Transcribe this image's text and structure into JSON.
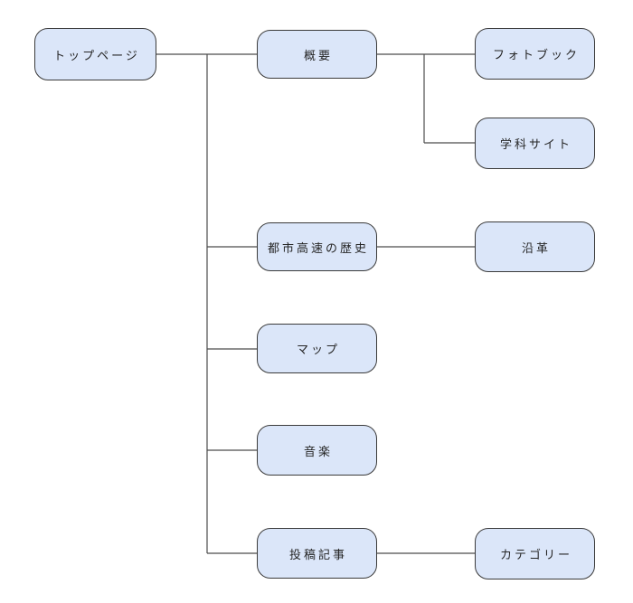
{
  "diagram_type": "sitemap-tree",
  "nodes": {
    "toppage": {
      "label": "トップページ"
    },
    "overview": {
      "label": "概要"
    },
    "photobook": {
      "label": "フォトブック"
    },
    "gakka": {
      "label": "学科サイト"
    },
    "toshi": {
      "label": "都市高速の歴史"
    },
    "enkaku": {
      "label": "沿革"
    },
    "map": {
      "label": "マップ"
    },
    "ongaku": {
      "label": "音楽"
    },
    "toukou": {
      "label": "投稿記事"
    },
    "category": {
      "label": "カテゴリー"
    }
  },
  "edges": [
    {
      "from": "toppage",
      "to": "overview"
    },
    {
      "from": "toppage",
      "to": "toshi"
    },
    {
      "from": "toppage",
      "to": "map"
    },
    {
      "from": "toppage",
      "to": "ongaku"
    },
    {
      "from": "toppage",
      "to": "toukou"
    },
    {
      "from": "overview",
      "to": "photobook"
    },
    {
      "from": "overview",
      "to": "gakka"
    },
    {
      "from": "toshi",
      "to": "enkaku"
    },
    {
      "from": "toukou",
      "to": "category"
    }
  ],
  "colors": {
    "background": "#ffffff",
    "node_fill": "#dbe6f9",
    "node_border": "#3b3b3b",
    "connector": "#4c4c4c",
    "text": "#262626"
  }
}
